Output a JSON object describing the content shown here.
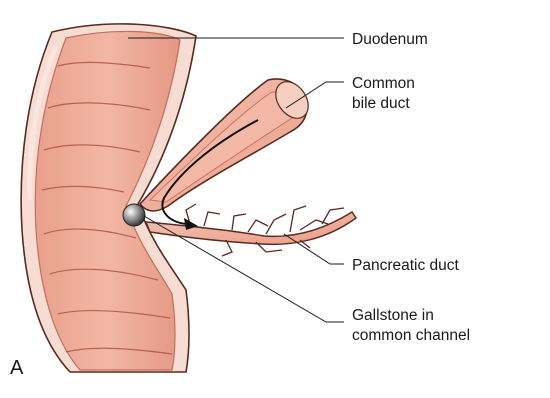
{
  "panel_letter": "A",
  "labels": {
    "duodenum": "Duodenum",
    "common_bile_duct": [
      "Common",
      "bile duct"
    ],
    "pancreatic_duct": "Pancreatic duct",
    "gallstone": [
      "Gallstone in",
      "common channel"
    ]
  },
  "colors": {
    "tissue": "#e8a892",
    "tissue_dark": "#d9826d",
    "outline": "#5a2a22",
    "wall": "#f6dcd2",
    "duct": "#eeaf9c",
    "stone": "#8a8a8a",
    "arrow": "#111111"
  }
}
